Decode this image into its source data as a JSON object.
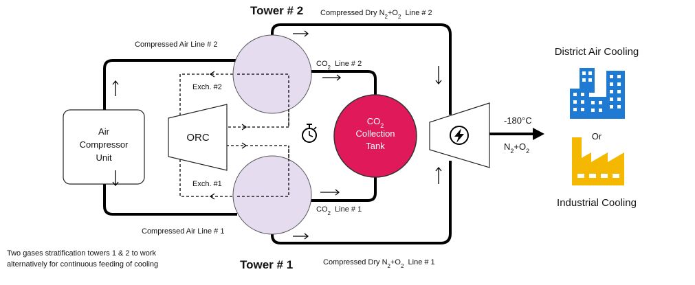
{
  "towers": {
    "tower2": {
      "title": "Tower # 2"
    },
    "tower1": {
      "title": "Tower # 1"
    }
  },
  "lines": {
    "dry_line_2": {
      "prefix": "Compressed Dry N",
      "sub1": "2",
      "mid": "+O",
      "sub2": "2",
      "suffix": "  Line # 2"
    },
    "dry_line_1": {
      "prefix": "Compressed Dry N",
      "sub1": "2",
      "mid": "+O",
      "sub2": "2",
      "suffix": "  Line # 1"
    },
    "air_line_2": "Compressed Air Line # 2",
    "air_line_1": "Compressed Air Line # 1",
    "co2_line_2": {
      "prefix": "CO",
      "sub": "2",
      "suffix": "  Line # 2"
    },
    "co2_line_1": {
      "prefix": "CO",
      "sub": "2",
      "suffix": "  Line # 1"
    }
  },
  "compressor": {
    "line1": "Air",
    "line2": "Compressor",
    "line3": "Unit"
  },
  "orc": {
    "label": "ORC"
  },
  "exchangers": {
    "exch2": "Exch. #2",
    "exch1": "Exch. #1"
  },
  "tank": {
    "co2_prefix": "CO",
    "co2_sub": "2",
    "line2": "Collection",
    "line3": "Tank",
    "color": "#e0195a"
  },
  "output": {
    "temperature": "-180°C",
    "gas": {
      "prefix": "N",
      "sub1": "2",
      "mid": "+O",
      "sub2": "2"
    }
  },
  "destinations": {
    "district": "District Air Cooling",
    "or": "Or",
    "industrial": "Industrial Cooling"
  },
  "note": {
    "line1": "Two gases stratification towers 1 & 2 to work",
    "line2": "alternatively for continuous feeding of cooling"
  },
  "colors": {
    "tower_fill": "#e6dcf0",
    "building": "#1f7ad4",
    "factory": "#f5b800"
  },
  "icons": {
    "timer": "stopwatch-icon",
    "turbine": "lightning-icon",
    "buildings": "city-buildings-icon",
    "factory": "factory-icon"
  }
}
